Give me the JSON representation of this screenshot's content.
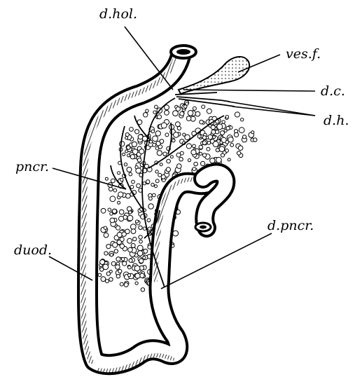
{
  "labels": {
    "d_hol": "d.hol.",
    "ves_f": "ves.f.",
    "d_c": "d.c.",
    "d_h": "d.h.",
    "pncr": "pncr.",
    "d_pncr": "d.pncr.",
    "duod": "duod."
  },
  "colors": {
    "ink": "#000000",
    "paper": "#ffffff"
  }
}
